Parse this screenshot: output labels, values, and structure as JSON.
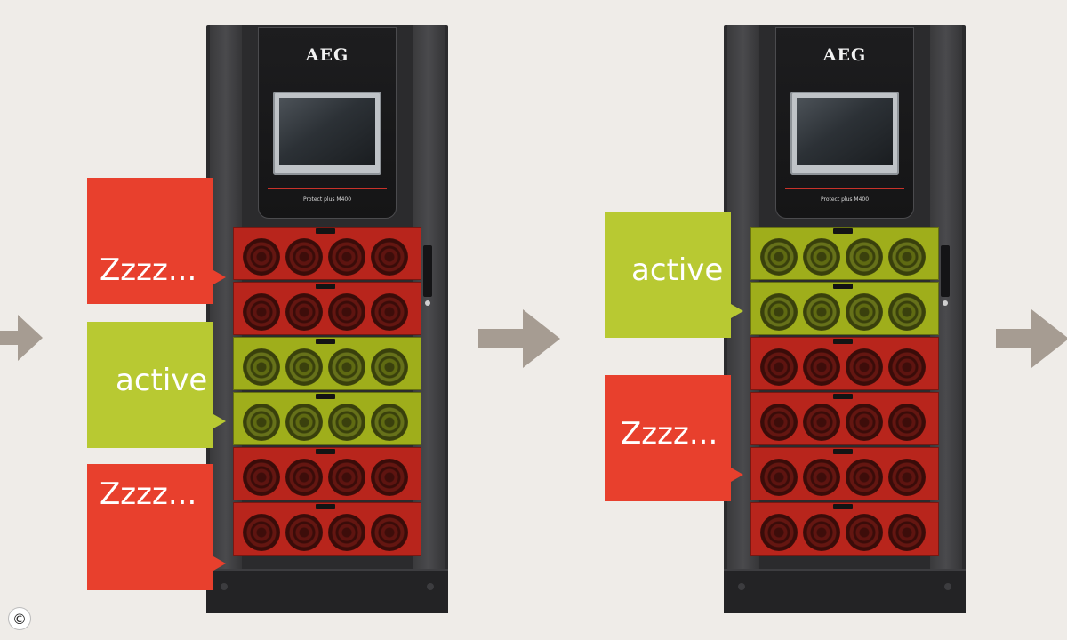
{
  "colors": {
    "active_green": "#b8c932",
    "sleep_red": "#e8402d",
    "arrow": "#a69c92",
    "cabinet": "#2b2b2d"
  },
  "cabinets": [
    {
      "brand": "AEG",
      "model": "Protect plus M400",
      "modules": [
        "red",
        "red",
        "green",
        "green",
        "red",
        "red"
      ],
      "bubbles": [
        {
          "state": "sleep",
          "label": "Zzzz..."
        },
        {
          "state": "active",
          "label": "active"
        },
        {
          "state": "sleep",
          "label": "Zzzz..."
        }
      ]
    },
    {
      "brand": "AEG",
      "model": "Protect plus M400",
      "modules": [
        "green",
        "green",
        "red",
        "red",
        "red",
        "red"
      ],
      "bubbles": [
        {
          "state": "active",
          "label": "active"
        },
        {
          "state": "sleep",
          "label": "Zzzz..."
        }
      ]
    }
  ],
  "arrows": [
    "arrow-right-icon",
    "arrow-right-icon",
    "arrow-right-icon"
  ],
  "copyright_symbol": "©"
}
